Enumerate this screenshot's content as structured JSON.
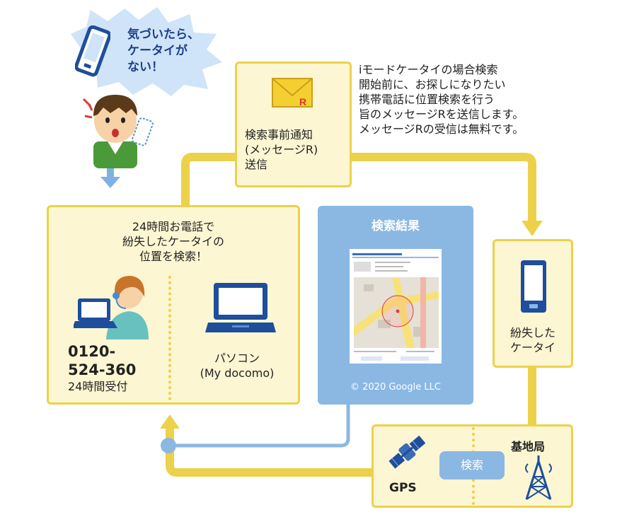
{
  "speech": {
    "line1": "気づいたら、",
    "line2": "ケータイが",
    "line3": "ない！"
  },
  "notice_box": {
    "line1": "検索事前通知",
    "line2": "(メッセージR)",
    "line3": "送信",
    "envelope_mark": "R"
  },
  "description": {
    "line1": "iモードケータイの場合検索",
    "line2": "開始前に、お探しになりたい",
    "line3": "携帯電話に位置検索を行う",
    "line4": "旨のメッセージRを送信します。",
    "line5": "メッセージRの受信は無料です。"
  },
  "phone_search_box": {
    "line1": "24時間お電話で",
    "line2": "紛失したケータイの",
    "line3": "位置を検索！",
    "phone_number_1": "0120-",
    "phone_number_2": "524-360",
    "hours": "24時間受付",
    "pc_label_1": "パソコン",
    "pc_label_2": "(My docomo)"
  },
  "result_panel": {
    "title": "検索結果",
    "copyright": "© 2020 Google LLC"
  },
  "lost_phone_box": {
    "line1": "紛失した",
    "line2": "ケータイ"
  },
  "network_box": {
    "gps_label": "GPS",
    "search_label": "検索",
    "base_station_label": "基地局"
  },
  "colors": {
    "yellow": "#ecd14a",
    "box_fill": "#fdf6d2",
    "blue": "#8ab8e3",
    "navy": "#1e4e9c",
    "arrow_blue": "#7fb2e3"
  }
}
